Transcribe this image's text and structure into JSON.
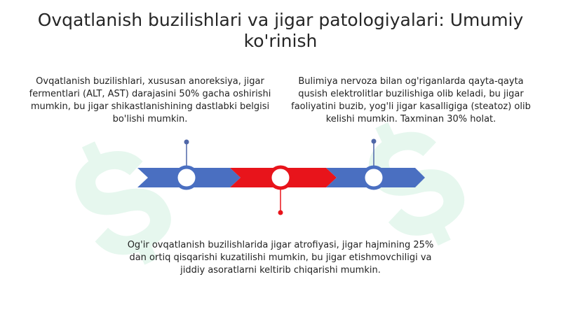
{
  "header": {
    "title": "Ovqatlanish buzilishlari va jigar patologiyalari: Umumiy ko'rinish"
  },
  "timeline": {
    "colors": {
      "blue": "#4a6fc1",
      "red": "#e8141b",
      "connector": "#4f67a8",
      "ring_inner": "#ffffff"
    },
    "milestones": [
      {
        "text": "Ovqatlanish buzilishlari, xususan anoreksiya, jigar fermentlari (ALT, AST) darajasini 50% gacha oshirishi mumkin, bu jigar shikastlanishining dastlabki belgisi bo'lishi mumkin.",
        "color": "#4a6fc1",
        "placement": "top"
      },
      {
        "text": "Og'ir ovqatlanish buzilishlarida jigar atrofiyasi, jigar hajmining 25% dan ortiq qisqarishi kuzatilishi mumkin, bu jigar etishmovchiligi va jiddiy asoratlarni keltirib chiqarishi mumkin.",
        "color": "#e8141b",
        "placement": "bottom"
      },
      {
        "text": "Bulimiya nervoza bilan og'riganlarda qayta-qayta qusish elektrolitlar buzilishiga olib keladi, bu jigar faoliyatini buzib, yog'li jigar kasalligiga (steatoz) olib kelishi mumkin. Taxminan 30% holat.",
        "color": "#4a6fc1",
        "placement": "top"
      }
    ]
  },
  "watermark": {
    "icon": "dollar-sign-watermark-icon",
    "color": "#3cc47a"
  }
}
